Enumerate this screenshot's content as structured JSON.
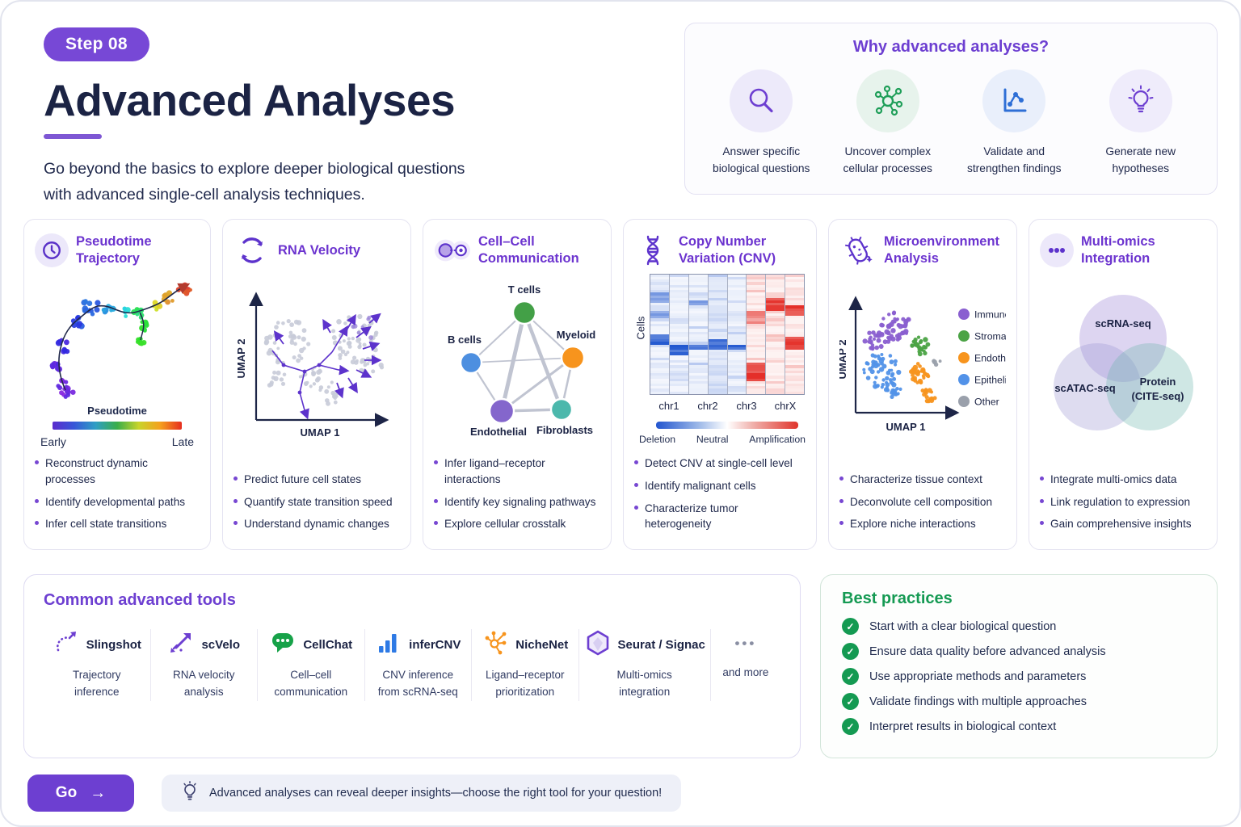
{
  "header": {
    "step_badge": "Step 08",
    "title": "Advanced Analyses",
    "description_line1": "Go beyond the basics to explore deeper biological questions",
    "description_line2": "with advanced single-cell analysis techniques."
  },
  "why_panel": {
    "title": "Why advanced analyses?",
    "items": [
      {
        "icon": "magnifier-icon",
        "color": "#6d3fd1",
        "bg": "#edeafa",
        "label_line1": "Answer specific",
        "label_line2": "biological questions"
      },
      {
        "icon": "network-icon",
        "color": "#1e9e58",
        "bg": "#e7f3ec",
        "label_line1": "Uncover complex",
        "label_line2": "cellular processes"
      },
      {
        "icon": "line-chart-icon",
        "color": "#2e6fd6",
        "bg": "#e9effb",
        "label_line1": "Validate and",
        "label_line2": "strengthen findings"
      },
      {
        "icon": "lightbulb-icon",
        "color": "#6d3fd1",
        "bg": "#efecfb",
        "label_line1": "Generate new",
        "label_line2": "hypotheses"
      }
    ]
  },
  "cards": [
    {
      "icon": "clock-icon",
      "title": "Pseudotime Trajectory",
      "viz": {
        "type": "trajectory-scatter",
        "colorbar_title": "Pseudotime",
        "early": "Early",
        "late": "Late",
        "gradient": [
          "#5b2ccd",
          "#3757d8",
          "#2e9ec4",
          "#3aae4a",
          "#c8d42a",
          "#f5a01e",
          "#e62e1f"
        ]
      },
      "bullets": [
        "Reconstruct dynamic processes",
        "Identify developmental paths",
        "Infer cell state transitions"
      ]
    },
    {
      "icon": "cycle-arrows-icon",
      "title": "RNA Velocity",
      "viz": {
        "type": "umap-velocity",
        "xlabel": "UMAP 1",
        "ylabel": "UMAP 2",
        "arrow_color": "#5d33cc",
        "dot_color": "#c8cbd8"
      },
      "bullets": [
        "Predict future cell states",
        "Quantify state transition speed",
        "Understand dynamic changes"
      ]
    },
    {
      "icon": "two-cells-icon",
      "title": "Cell–Cell Communication",
      "viz": {
        "type": "network",
        "nodes": [
          "T cells",
          "B cells",
          "Myeloid",
          "Endothelial",
          "Fibroblasts"
        ],
        "node_colors": [
          "#43a047",
          "#4d8fe0",
          "#f7941d",
          "#8466cc",
          "#4cb8ac"
        ]
      },
      "bullets": [
        "Infer ligand–receptor interactions",
        "Identify key signaling pathways",
        "Explore cellular crosstalk"
      ]
    },
    {
      "icon": "dna-icon",
      "title": "Copy Number Variation (CNV)",
      "viz": {
        "type": "heatmap",
        "ylabel": "Cells",
        "chromosomes": [
          "chr1",
          "chr2",
          "chr3",
          "chrX"
        ],
        "legend_left": "Deletion",
        "legend_mid": "Neutral",
        "legend_right": "Amplification",
        "deletion_color": "#2255cf",
        "amplification_color": "#e0342b"
      },
      "bullets": [
        "Detect CNV at single-cell level",
        "Identify malignant cells",
        "Characterize tumor heterogeneity"
      ]
    },
    {
      "icon": "microbe-icon",
      "title": "Microenvironment Analysis",
      "viz": {
        "type": "umap-clusters",
        "xlabel": "UMAP 1",
        "ylabel": "UMAP 2",
        "legend": [
          {
            "label": "Immune",
            "color": "#8a5fd0"
          },
          {
            "label": "Stromal",
            "color": "#4ba345"
          },
          {
            "label": "Endothelial",
            "color": "#f7941d"
          },
          {
            "label": "Epithelial",
            "color": "#5292e8"
          },
          {
            "label": "Other",
            "color": "#9aa0ab"
          }
        ]
      },
      "bullets": [
        "Characterize tissue context",
        "Deconvolute cell composition",
        "Explore niche interactions"
      ]
    },
    {
      "icon": "three-dots-icon",
      "title": "Multi-omics Integration",
      "viz": {
        "type": "venn",
        "set_top": "scRNA-seq",
        "set_left": "scATAC-seq",
        "set_right_line1": "Protein",
        "set_right_line2": "(CITE-seq)"
      },
      "bullets": [
        "Integrate multi-omics data",
        "Link regulation to expression",
        "Gain comprehensive insights"
      ]
    }
  ],
  "tools_panel": {
    "title": "Common advanced tools",
    "tools": [
      {
        "icon": "slingshot-icon",
        "name": "Slingshot",
        "desc_line1": "Trajectory",
        "desc_line2": "inference"
      },
      {
        "icon": "scvelo-icon",
        "name": "scVelo",
        "desc_line1": "RNA velocity",
        "desc_line2": "analysis"
      },
      {
        "icon": "cellchat-icon",
        "name": "CellChat",
        "desc_line1": "Cell–cell",
        "desc_line2": "communication"
      },
      {
        "icon": "infercnv-icon",
        "name": "inferCNV",
        "desc_line1": "CNV inference",
        "desc_line2": "from scRNA-seq"
      },
      {
        "icon": "nichenet-icon",
        "name": "NicheNet",
        "desc_line1": "Ligand–receptor",
        "desc_line2": "prioritization"
      },
      {
        "icon": "seurat-icon",
        "name": "Seurat / Signac",
        "desc_line1": "Multi-omics",
        "desc_line2": "integration"
      }
    ],
    "more_dots": "•••",
    "more_label": "and more"
  },
  "best_practices": {
    "title": "Best practices",
    "check": "✓",
    "items": [
      "Start with a clear biological question",
      "Ensure data quality before advanced analysis",
      "Use appropriate methods and parameters",
      "Validate findings with multiple approaches",
      "Interpret results in biological context"
    ]
  },
  "footer": {
    "go_label": "Go",
    "go_arrow": "→",
    "tip": "Advanced analyses can reveal deeper insights—choose the right tool for your question!"
  }
}
